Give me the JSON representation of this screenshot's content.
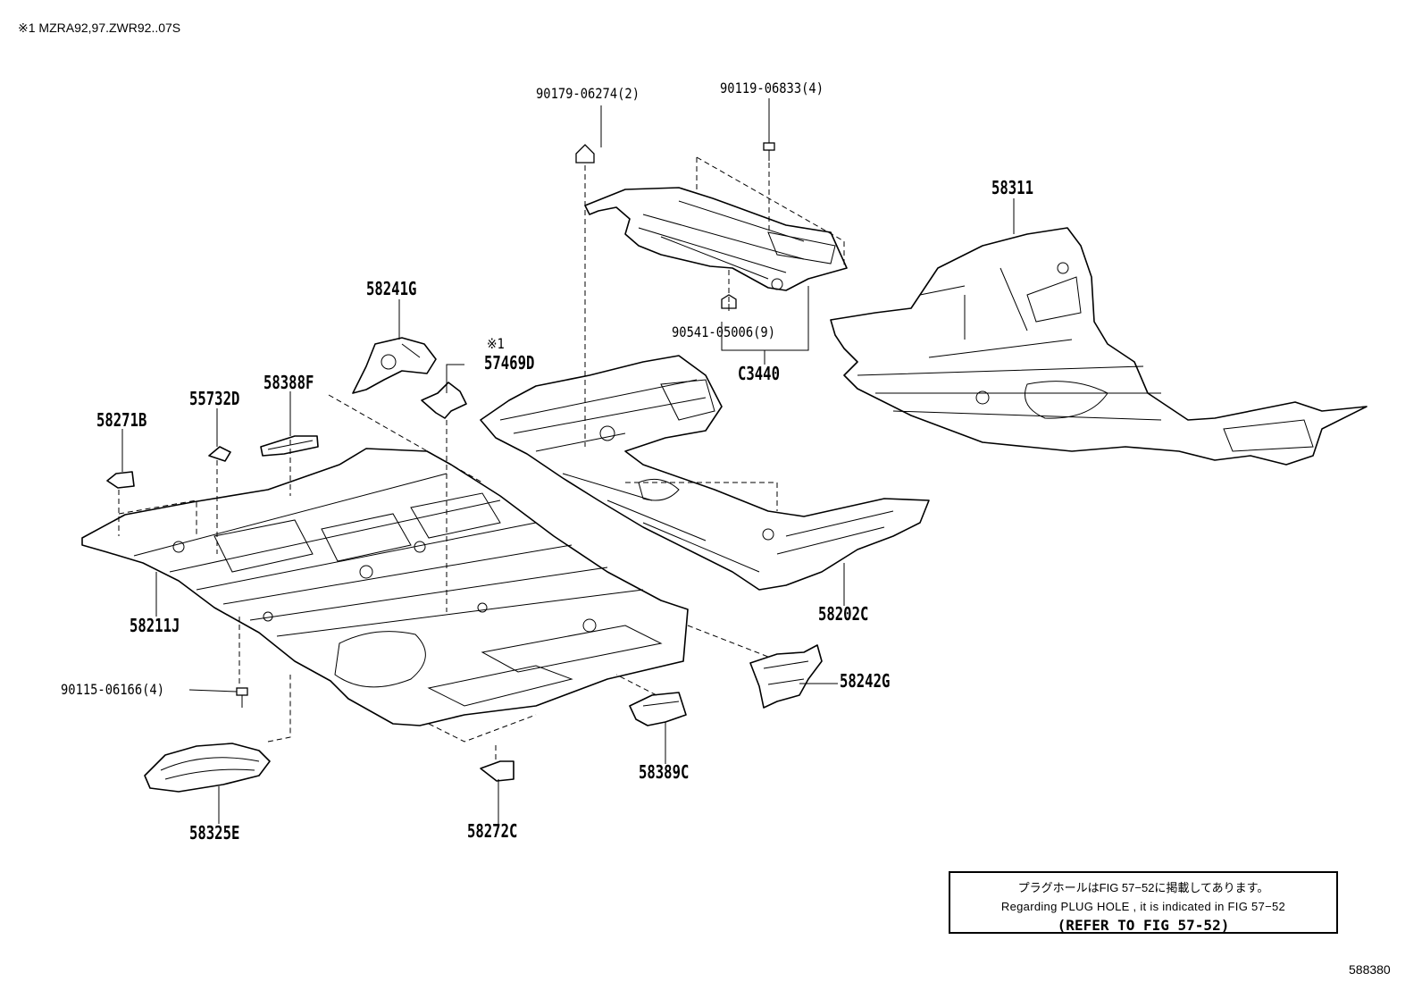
{
  "header_note": "※1 MZRA92,97.ZWR92..07S",
  "figure_number": "588380",
  "plug_hole_note": {
    "japanese": "プラグホールはFIG 57−52に掲載してあります。",
    "english": "Regarding PLUG HOLE , it is indicated in FIG 57−52",
    "reference": "(REFER TO FIG 57-52)"
  },
  "callouts": {
    "c58311": "58311",
    "c90179": "90179-06274(2)",
    "c90119": "90119-06833(4)",
    "c90541": "90541-05006(9)",
    "cC3440": "C3440",
    "c58241G": "58241G",
    "c57469D_mark": "※1",
    "c57469D": "57469D",
    "c58388F": "58388F",
    "c55732D": "55732D",
    "c58271B": "58271B",
    "c58211J": "58211J",
    "c58202C": "58202C",
    "c58242G": "58242G",
    "c90115": "90115-06166(4)",
    "c58389C": "58389C",
    "c58325E": "58325E",
    "c58272C": "58272C"
  }
}
